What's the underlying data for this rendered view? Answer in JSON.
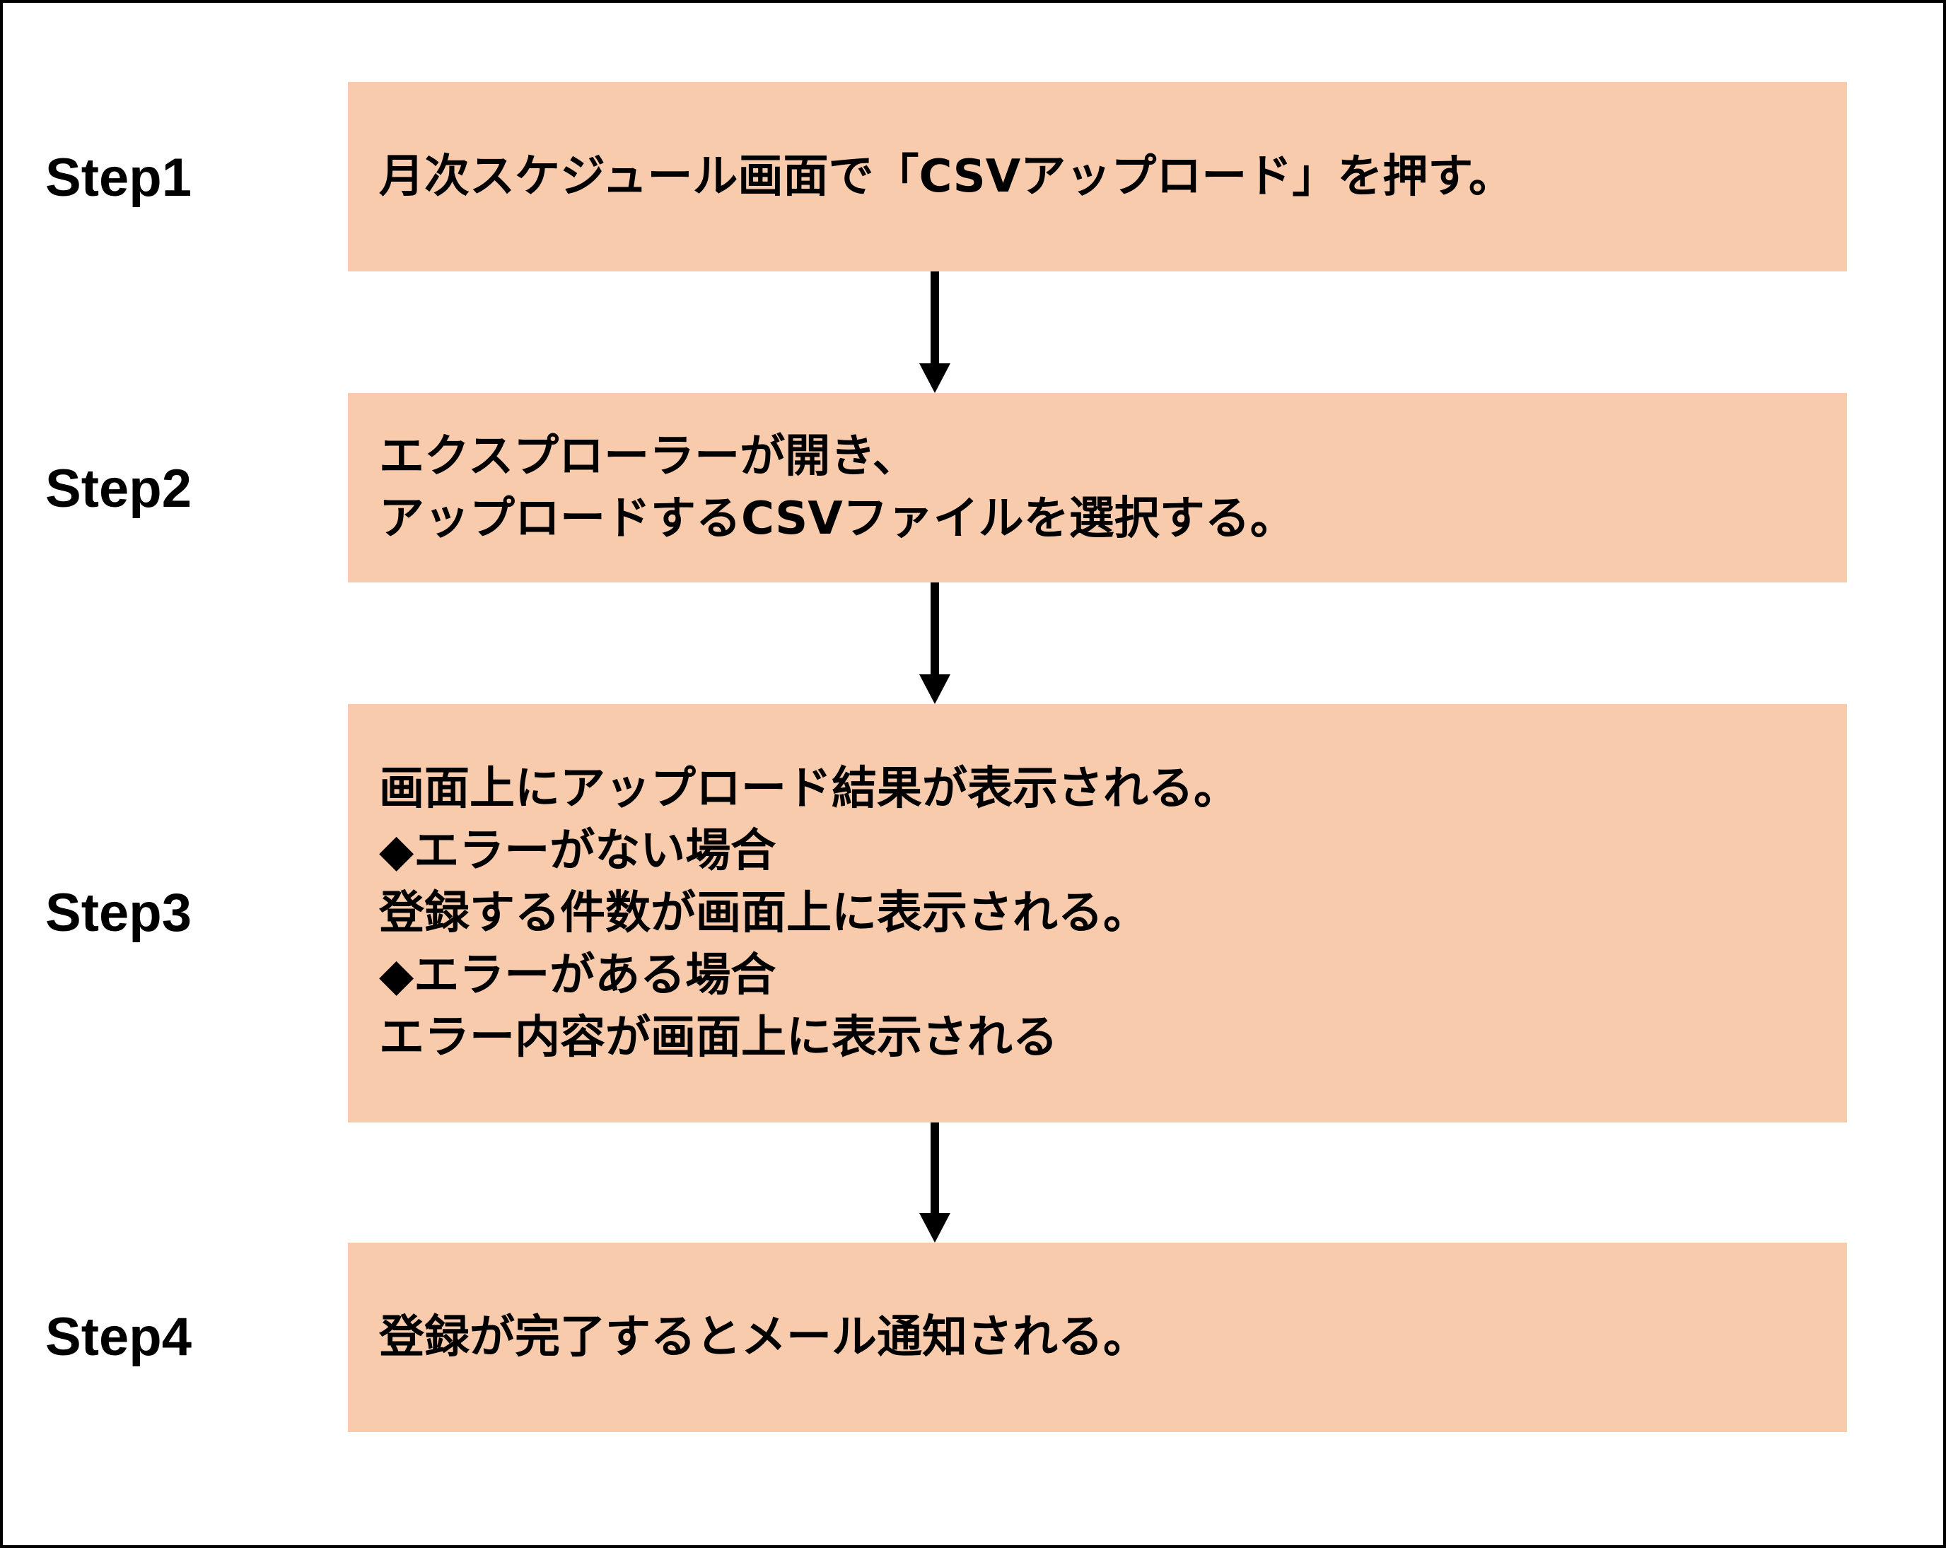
{
  "steps": [
    {
      "label": "Step1",
      "lines": [
        "月次スケジュール画面で「CSVアップロード」を押す。"
      ]
    },
    {
      "label": "Step2",
      "lines": [
        "エクスプローラーが開き、",
        "アップロードするCSVファイルを選択する。"
      ]
    },
    {
      "label": "Step3",
      "lines": [
        "画面上にアップロード結果が表示される。",
        "◆エラーがない場合",
        "登録する件数が画面上に表示される。",
        "◆エラーがある場合",
        "エラー内容が画面上に表示される"
      ]
    },
    {
      "label": "Step4",
      "lines": [
        "登録が完了するとメール通知される。"
      ]
    }
  ],
  "colors": {
    "box_fill": "#f8cbad",
    "arrow": "#000000",
    "text": "#000000"
  }
}
